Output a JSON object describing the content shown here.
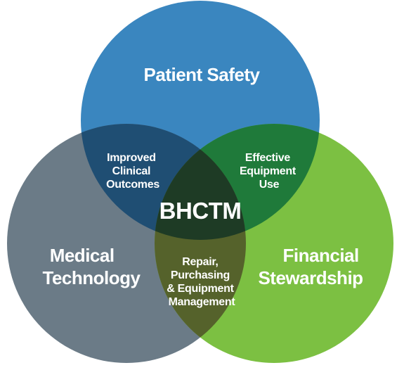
{
  "colors": {
    "patient_safety": "#3a86bf",
    "medical_technology": "#6b7b87",
    "financial_stewardship": "#7cc042",
    "overlap_safety_technology": "#1f4e73",
    "overlap_safety_financial": "#1f7a3a",
    "overlap_technology_financial": "#55622b",
    "center": "#1e3b25",
    "text": "#ffffff"
  },
  "circles": {
    "patient_safety": "Patient Safety",
    "medical_technology": [
      "Medical",
      "Technology"
    ],
    "financial_stewardship": [
      "Financial",
      "Stewardship"
    ]
  },
  "overlaps": {
    "safety_technology": [
      "Improved",
      "Clinical",
      "Outcomes"
    ],
    "safety_financial": [
      "Effective",
      "Equipment",
      "Use"
    ],
    "technology_financial": [
      "Repair,",
      "Purchasing",
      "& Equipment",
      "Management"
    ]
  },
  "center": "BHCTM"
}
